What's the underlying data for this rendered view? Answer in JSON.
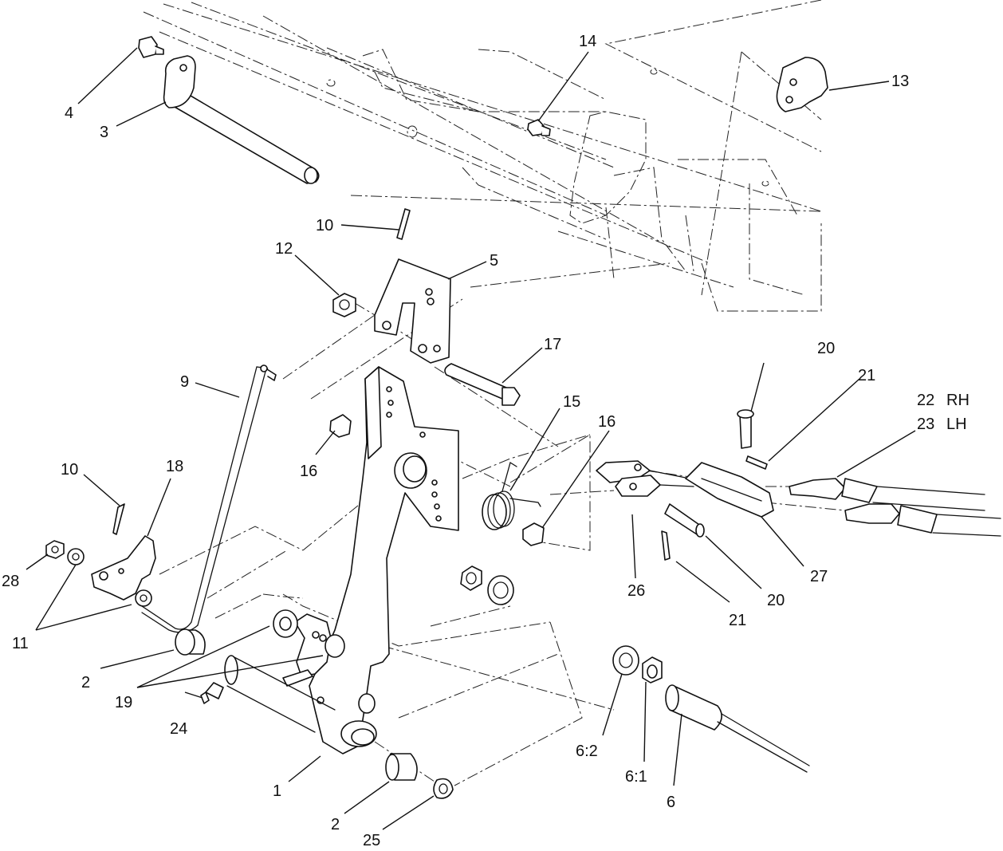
{
  "diagram": {
    "callouts": {
      "c1": "1",
      "c2a": "2",
      "c2b": "2",
      "c3": "3",
      "c4": "4",
      "c5": "5",
      "c6": "6",
      "c6_1": "6:1",
      "c6_2": "6:2",
      "c9": "9",
      "c10a": "10",
      "c10b": "10",
      "c11": "11",
      "c12": "12",
      "c13": "13",
      "c14": "14",
      "c15": "15",
      "c16a": "16",
      "c16b": "16",
      "c17": "17",
      "c18": "18",
      "c19": "19",
      "c20a": "20",
      "c20b": "20",
      "c21a": "21",
      "c21b": "21",
      "c22": "22",
      "c22_side": "RH",
      "c23": "23",
      "c23_side": "LH",
      "c24": "24",
      "c25": "25",
      "c26": "26",
      "c27": "27",
      "c28": "28"
    }
  }
}
